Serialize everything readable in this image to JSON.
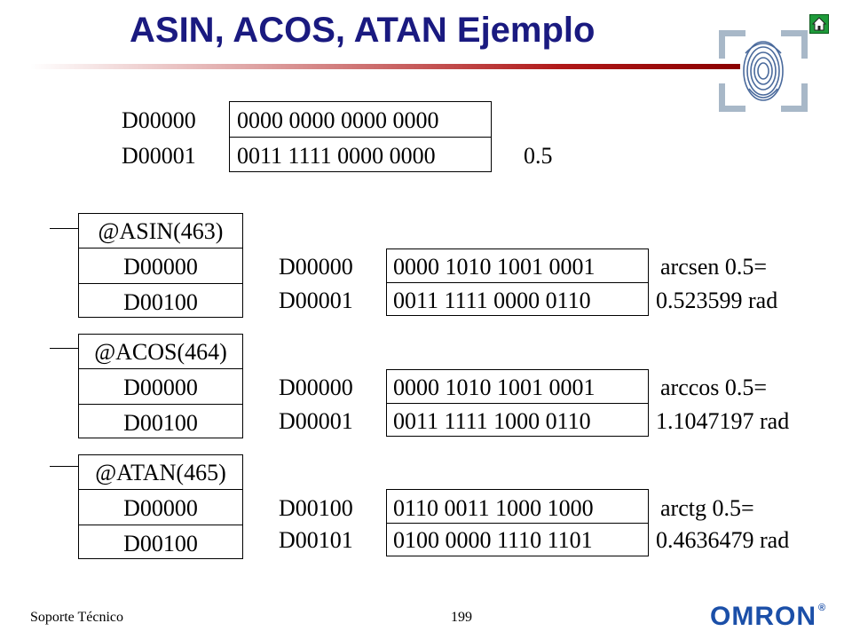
{
  "title": "ASIN, ACOS, ATAN Ejemplo",
  "input": {
    "rows": [
      {
        "addr": "D00000",
        "bits": "0000 0000 0000 0000",
        "note": ""
      },
      {
        "addr": "D00001",
        "bits": "0011 1111 0000 0000",
        "note": "0.5"
      }
    ]
  },
  "blocks": [
    {
      "instr": "@ASIN(463)",
      "src": "D00000",
      "dst": "D00100",
      "result": [
        {
          "addr": "D00000",
          "bits": "0000 1010 1001 0001",
          "note": "arcsen 0.5="
        },
        {
          "addr": "D00001",
          "bits": "0011 1111 0000 0110",
          "note": "0.523599 rad"
        }
      ]
    },
    {
      "instr": "@ACOS(464)",
      "src": "D00000",
      "dst": "D00100",
      "result": [
        {
          "addr": "D00000",
          "bits": "0000 1010 1001 0001",
          "note": "arccos 0.5="
        },
        {
          "addr": "D00001",
          "bits": "0011 1111 1000 0110",
          "note": "1.1047197 rad"
        }
      ]
    },
    {
      "instr": "@ATAN(465)",
      "src": "D00000",
      "dst": "D00100",
      "result": [
        {
          "addr": "D00100",
          "bits": "0110 0011 1000 1000",
          "note": "arctg 0.5="
        },
        {
          "addr": "D00101",
          "bits": "0100 0000 1110 1101",
          "note": "0.4636479 rad"
        }
      ]
    }
  ],
  "footer": {
    "left": "Soporte Técnico",
    "page": "199",
    "logo": "OMRON"
  },
  "icons": {
    "home": "home-icon",
    "fingerprint": "fingerprint-icon"
  },
  "colors": {
    "title": "#1a1a80",
    "rule": "#b01818",
    "home_button": "#1e9a3a",
    "logo": "#1b4fa8"
  }
}
